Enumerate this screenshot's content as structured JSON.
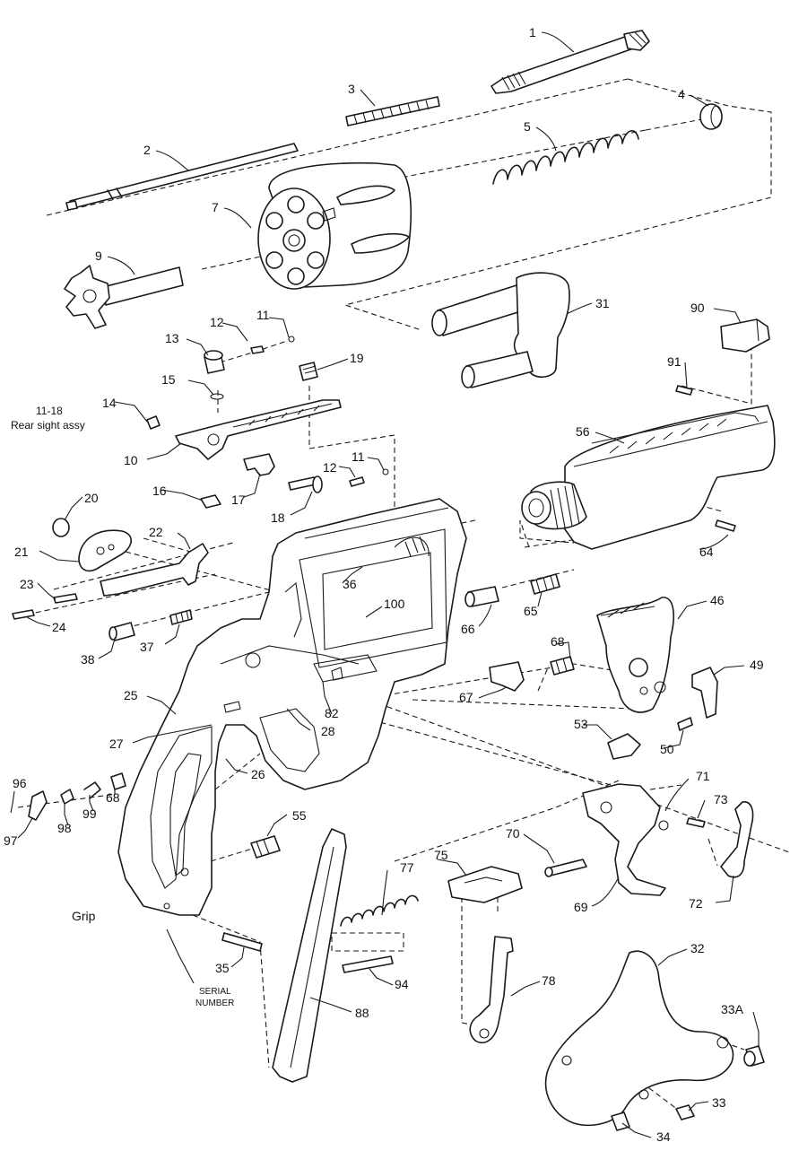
{
  "part_labels": [
    "1",
    "2",
    "3",
    "4",
    "5",
    "7",
    "9",
    "31",
    "90",
    "91",
    "56",
    "64",
    "65",
    "66",
    "46",
    "49",
    "67",
    "68",
    "50",
    "53",
    "71",
    "73",
    "72",
    "70",
    "69",
    "75",
    "77",
    "94",
    "78",
    "88",
    "32",
    "33A",
    "33",
    "34",
    "12",
    "11",
    "13",
    "15",
    "19",
    "14",
    "10",
    "16",
    "17",
    "18",
    "20",
    "21",
    "22",
    "23",
    "24",
    "38",
    "37",
    "36",
    "100",
    "25",
    "27",
    "82",
    "28",
    "26",
    "96",
    "97",
    "98",
    "99",
    "55",
    "35"
  ],
  "notes": {
    "rear_sight_range": "11-18",
    "rear_sight_name": "Rear sight assy",
    "grip": "Grip",
    "serial_line1": "SERIAL",
    "serial_line2": "NUMBER"
  }
}
